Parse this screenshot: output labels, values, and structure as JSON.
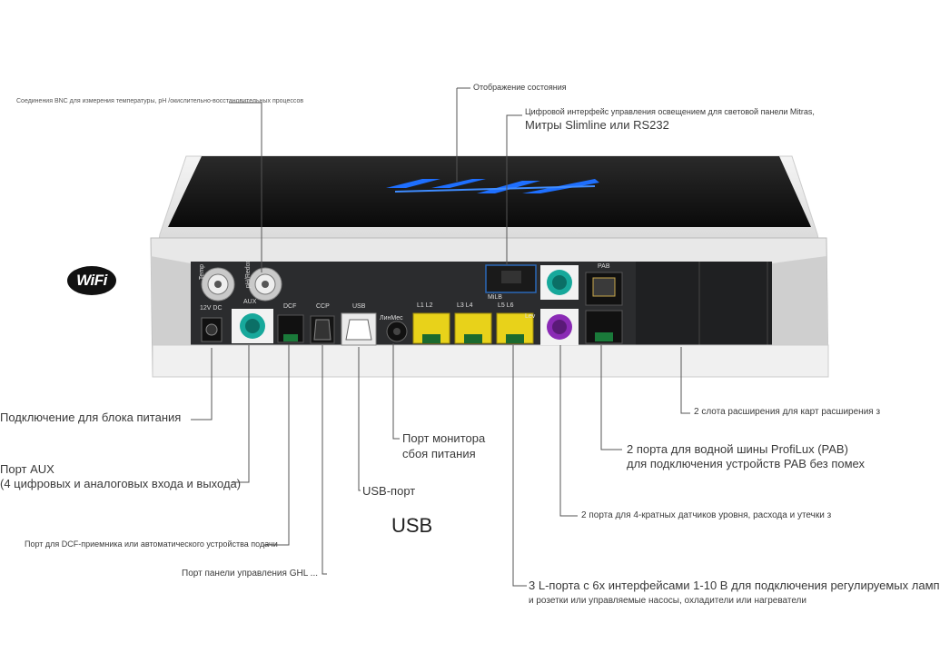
{
  "labels": {
    "bnc": "Соединения BNC для измерения температуры, pH /окислительно-восстановительных процессов",
    "status": "Отображение состояния",
    "digital_line1": "Цифровой интерфейс управления освещением для световой панели Mitras,",
    "digital_line2": "Митры Slimline или RS232",
    "power": "Подключение для блока питания",
    "aux_line1": "Порт AUX",
    "aux_line2": "(4 цифровых и аналоговых входа и выхода)",
    "dcf": "Порт для DCF-приемника или автоматического устройства подачи",
    "ghl_panel": "Порт панели управления GHL ...",
    "usb_port": "USB-порт",
    "usb_big": "USB",
    "monitor_line1": "Порт монитора",
    "monitor_line2": "сбоя питания",
    "slots": "2 слота расширения для карт расширения з",
    "pab_line1": "2 порта для водной шины ProfiLux (PAB)",
    "pab_line2": "для подключения устройств PAB без помех",
    "sensors": "2 порта для 4-кратных датчиков уровня, расхода и утечки з",
    "lports_line1": "3 L-порта с 6х интерфейсами 1-10 В для подключения регулируемых ламп",
    "lports_line2": "и розетки или управляемые насосы, охладители или нагреватели"
  },
  "device": {
    "logo": "GHL",
    "wifi_badge": "WiFi",
    "ports": {
      "temp": "Temp",
      "ph": "pH/Redox",
      "dc": "12V DC",
      "aux": "AUX",
      "dcf": "DCF",
      "ccp": "CCP",
      "usb": "USB",
      "pfail": "ЛинМес",
      "l12": "L1 L2",
      "l34": "L3 L4",
      "l56": "L5 L6",
      "milb": "MiLB",
      "lev": "Lev",
      "pab": "PAB"
    }
  },
  "colors": {
    "line": "#555555",
    "screen_glow": "#1e6fff",
    "yellow_port": "#e8d21a",
    "teal_port": "#17a89b",
    "purple_port": "#8a2ab5"
  }
}
